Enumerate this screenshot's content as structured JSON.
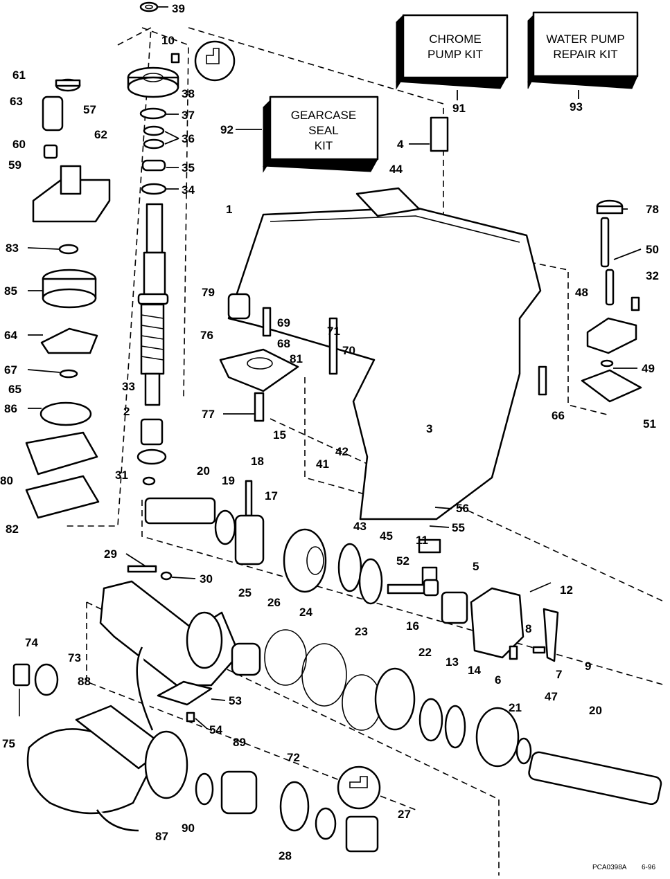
{
  "kits": {
    "chrome": {
      "line1": "CHROME",
      "line2": "PUMP KIT",
      "ref": "91"
    },
    "water": {
      "line1": "WATER PUMP",
      "line2": "REPAIR KIT",
      "ref": "93"
    },
    "gearcase": {
      "line1": "GEARCASE",
      "line2": "SEAL",
      "line3": "KIT",
      "ref": "92"
    }
  },
  "callouts": {
    "c39": "39",
    "c10": "10",
    "c38": "38",
    "c37": "37",
    "c36": "36",
    "c35": "35",
    "c34": "34",
    "c33": "33",
    "c61": "61",
    "c57": "57",
    "c63": "63",
    "c62": "62",
    "c60": "60",
    "c59": "59",
    "c83": "83",
    "c85": "85",
    "c64": "64",
    "c67": "67",
    "c65": "65",
    "c86": "86",
    "c80": "80",
    "c82": "82",
    "c2": "2",
    "c31": "31",
    "c1": "1",
    "c4": "4",
    "c44": "44",
    "c79": "79",
    "c69": "69",
    "c68": "68",
    "c81": "81",
    "c71": "71",
    "c70": "70",
    "c76": "76",
    "c77": "77",
    "c3": "3",
    "c41": "41",
    "c42": "42",
    "c78": "78",
    "c50": "50",
    "c32": "32",
    "c48": "48",
    "c49": "49",
    "c66": "66",
    "c51": "51",
    "c15": "15",
    "c20": "20",
    "c19": "19",
    "c18": "18",
    "c17": "17",
    "c56": "56",
    "c55": "55",
    "c43": "43",
    "c45": "45",
    "c11": "11",
    "c52": "52",
    "c5": "5",
    "c12": "12",
    "c29": "29",
    "c30": "30",
    "c25": "25",
    "c26": "26",
    "c24": "24",
    "c23": "23",
    "c16": "16",
    "c22": "22",
    "c13": "13",
    "c14": "14",
    "c6": "6",
    "c8": "8",
    "c9": "9",
    "c7": "7",
    "c74": "74",
    "c73": "73",
    "c88": "88",
    "c53": "53",
    "c54": "54",
    "c75": "75",
    "c89": "89",
    "c72": "72",
    "c21": "21",
    "c47": "47",
    "c20b": "20",
    "c90": "90",
    "c87": "87",
    "c27": "27",
    "c28": "28"
  },
  "footer": {
    "code": "PCA0398A",
    "date": "6-96"
  }
}
